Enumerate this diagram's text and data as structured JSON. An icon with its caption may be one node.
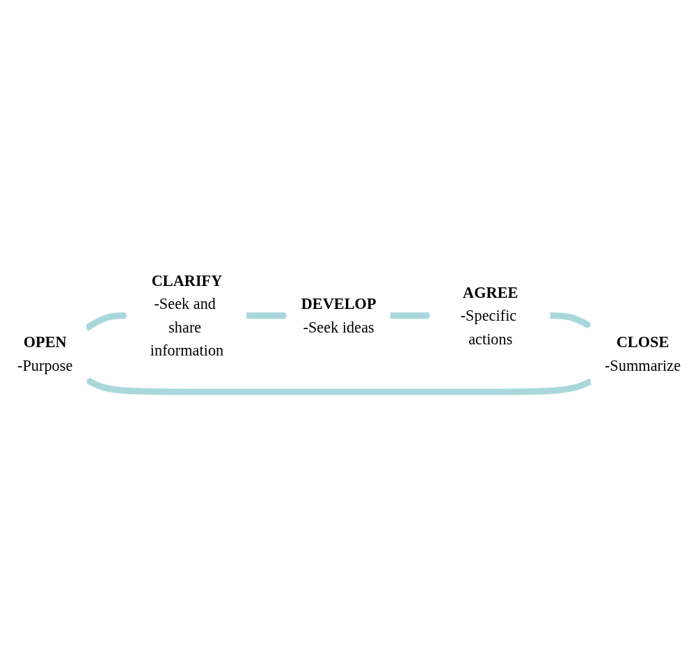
{
  "diagram": {
    "nodes": [
      {
        "text": [
          "OPEN",
          "-Purpose"
        ]
      },
      {
        "text": [
          "CLARIFY",
          "-Seek and share information"
        ]
      },
      {
        "text": [
          "DEVELOP",
          "-Seek ideas"
        ]
      },
      {
        "text": [
          "AGREE",
          "-Specific actions"
        ]
      },
      {
        "text": [
          "CLOSE",
          "-Summarize"
        ]
      }
    ],
    "edges": [
      {
        "from": 0,
        "to": 1,
        "arrow": "to"
      },
      {
        "from": 1,
        "to": 2,
        "arrow": "to"
      },
      {
        "from": 2,
        "to": 3,
        "arrow": "to"
      },
      {
        "from": 3,
        "to": 4,
        "arrow": "to"
      },
      {
        "from": 4,
        "to": 0,
        "arrow": "to"
      }
    ]
  }
}
